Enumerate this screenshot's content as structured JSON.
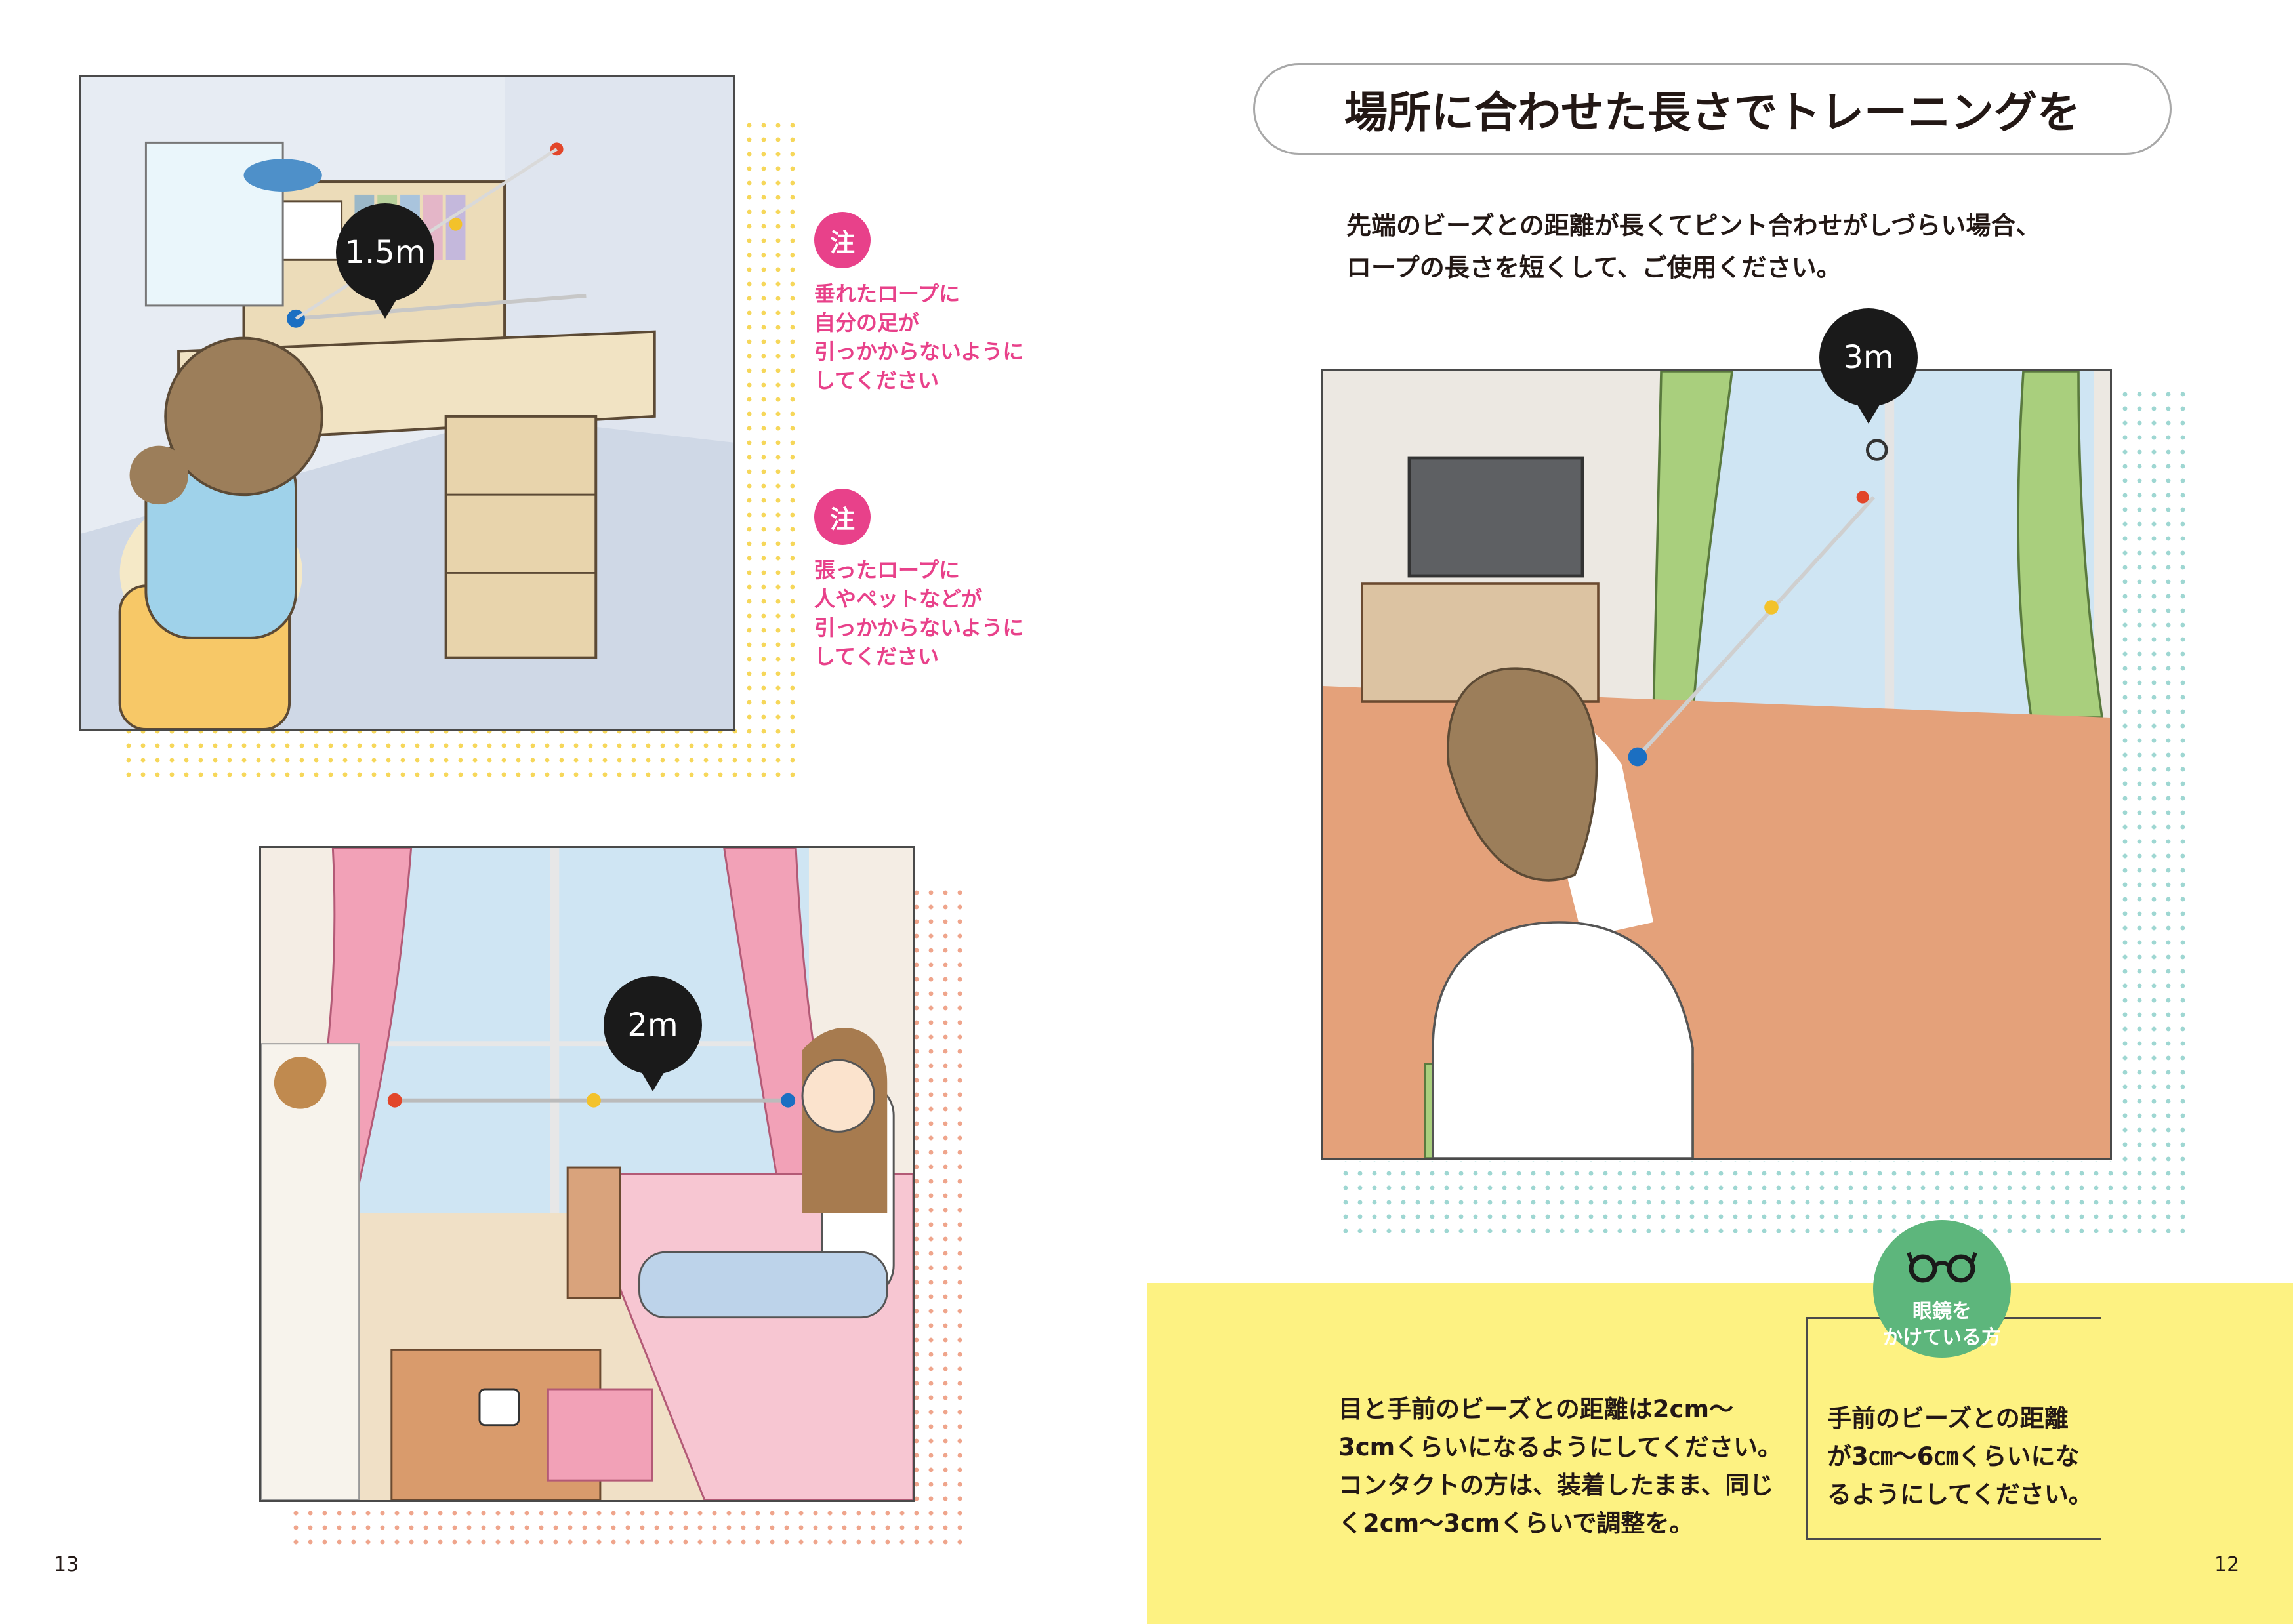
{
  "page_left": {
    "page_number": "13",
    "scene_desk": {
      "distance_label": "1.5m"
    },
    "scene_bedroom": {
      "distance_label": "2m"
    },
    "notes": [
      {
        "badge": "注",
        "text": "垂れたロープに\n自分の足が\n引っかからないように\nしてください"
      },
      {
        "badge": "注",
        "text": "張ったロープに\n人やペットなどが\n引っかからないように\nしてください"
      }
    ]
  },
  "page_right": {
    "page_number": "12",
    "title": "場所に合わせた長さでトレーニングを",
    "intro": "先端のビーズとの距離が長くてピント合わせがしづらい場合、\nロープの長さを短くして、ご使用ください。",
    "scene_living": {
      "distance_label": "3m"
    },
    "tip_main": "目と手前のビーズとの距離は2cm〜\n3cmくらいになるようにしてください。\nコンタクトの方は、装着したまま、同じ\nく2cm〜3cmくらいで調整を。",
    "glasses": {
      "icon": "glasses-icon",
      "label": "眼鏡を\nかけている方",
      "tip": "手前のビーズとの距離\nが3㎝〜6㎝くらいにな\nるようにしてください。"
    }
  },
  "colors": {
    "note_pink": "#e8418a",
    "glasses_green": "#5db67c",
    "panel_yellow": "#fdf282",
    "pin_black": "#1a1a1a",
    "bead_red": "#e2462a",
    "bead_yellow": "#f3c22b",
    "bead_blue": "#1b6fc2"
  }
}
